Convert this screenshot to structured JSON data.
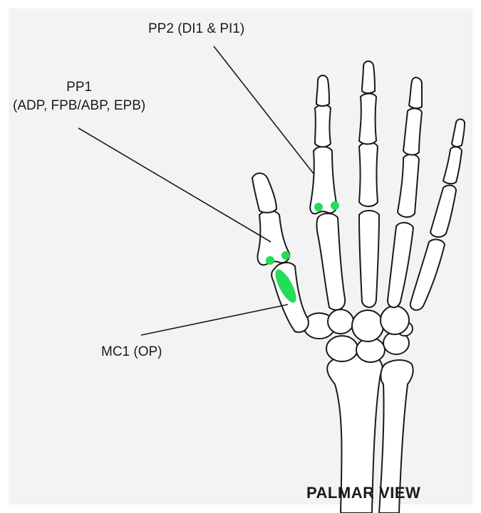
{
  "labels": {
    "pp2": "PP2 (DI1 & PI1)",
    "pp1_line1": "PP1",
    "pp1_line2": "(ADP, FPB/ABP, EPB)",
    "mc1": "MC1 (OP)",
    "view": "PALMAR VIEW"
  },
  "colors": {
    "background": "#f3f3f3",
    "highlight": "#22dd55",
    "outline": "#1a1a1a"
  }
}
